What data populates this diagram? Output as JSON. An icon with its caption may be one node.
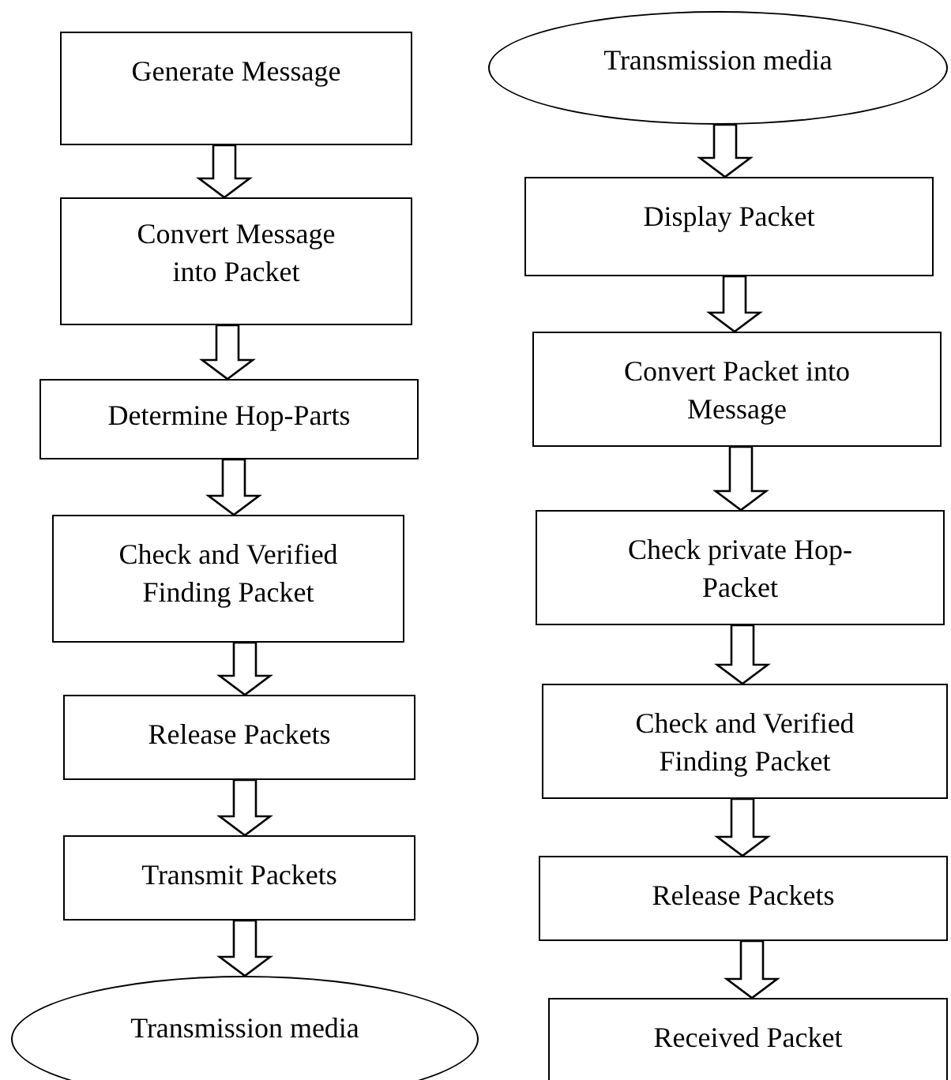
{
  "diagram": {
    "nodes": [
      {
        "text": [
          "Generate Message"
        ]
      },
      {
        "text": [
          "Convert Message into Packet"
        ]
      },
      {
        "text": [
          "Determine Hop-Parts"
        ]
      },
      {
        "text": [
          "Check and Verified Finding Packet"
        ]
      },
      {
        "text": [
          "Release Packets"
        ]
      },
      {
        "text": [
          "Transmit Packets"
        ]
      },
      {
        "text": [
          "Transmission media"
        ]
      },
      {
        "text": [
          "Transmission media"
        ]
      },
      {
        "text": [
          "Display Packet"
        ]
      },
      {
        "text": [
          "Convert Packet into Message"
        ]
      },
      {
        "text": [
          "Check private Hop-Packet"
        ]
      },
      {
        "text": [
          "Check and Verified Finding Packet"
        ]
      },
      {
        "text": [
          "Release Packets"
        ]
      },
      {
        "text": [
          "Received Packet"
        ]
      }
    ],
    "edges": [
      {
        "from": 0,
        "to": 1,
        "arrow": "to"
      },
      {
        "from": 1,
        "to": 2,
        "arrow": "to"
      },
      {
        "from": 2,
        "to": 3,
        "arrow": "to"
      },
      {
        "from": 3,
        "to": 4,
        "arrow": "to"
      },
      {
        "from": 4,
        "to": 5,
        "arrow": "to"
      },
      {
        "from": 5,
        "to": 6,
        "arrow": "to"
      },
      {
        "from": 7,
        "to": 8,
        "arrow": "to"
      },
      {
        "from": 8,
        "to": 9,
        "arrow": "to"
      },
      {
        "from": 9,
        "to": 10,
        "arrow": "to"
      },
      {
        "from": 10,
        "to": 11,
        "arrow": "to"
      },
      {
        "from": 11,
        "to": 12,
        "arrow": "to"
      },
      {
        "from": 12,
        "to": 13,
        "arrow": "to"
      }
    ]
  }
}
